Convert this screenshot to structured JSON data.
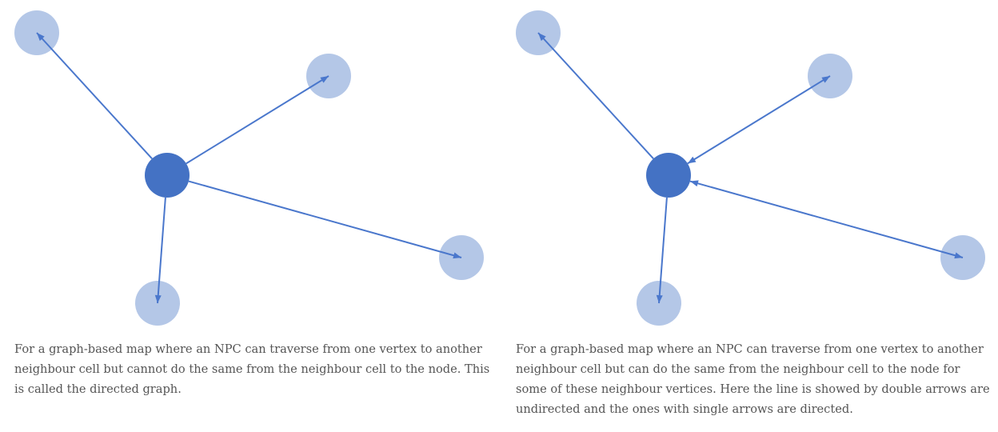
{
  "colors": {
    "edge": "#4A77CC",
    "center_node": "#4472C4",
    "neighbour_node": "#B4C7E7",
    "caption_text": "#555555"
  },
  "diagrams": [
    {
      "edges": [
        {
          "to": "top-left",
          "direction": "outgoing"
        },
        {
          "to": "top-right",
          "direction": "outgoing"
        },
        {
          "to": "right",
          "direction": "outgoing"
        },
        {
          "to": "bottom",
          "direction": "outgoing"
        }
      ],
      "caption": "For a graph-based map where an NPC can traverse from one vertex to another neighbour cell but cannot do the same from the neighbour cell to the node. This is called the directed graph."
    },
    {
      "edges": [
        {
          "to": "top-left",
          "direction": "outgoing"
        },
        {
          "to": "top-right",
          "direction": "bidirectional"
        },
        {
          "to": "right",
          "direction": "bidirectional"
        },
        {
          "to": "bottom",
          "direction": "outgoing"
        }
      ],
      "caption": "For a graph-based map where an NPC can traverse from one vertex to another neighbour cell but can do the same from the neighbour cell to the node for some of these neighbour vertices. Here the line is showed by double arrows are undirected and the ones with single arrows are directed."
    }
  ]
}
